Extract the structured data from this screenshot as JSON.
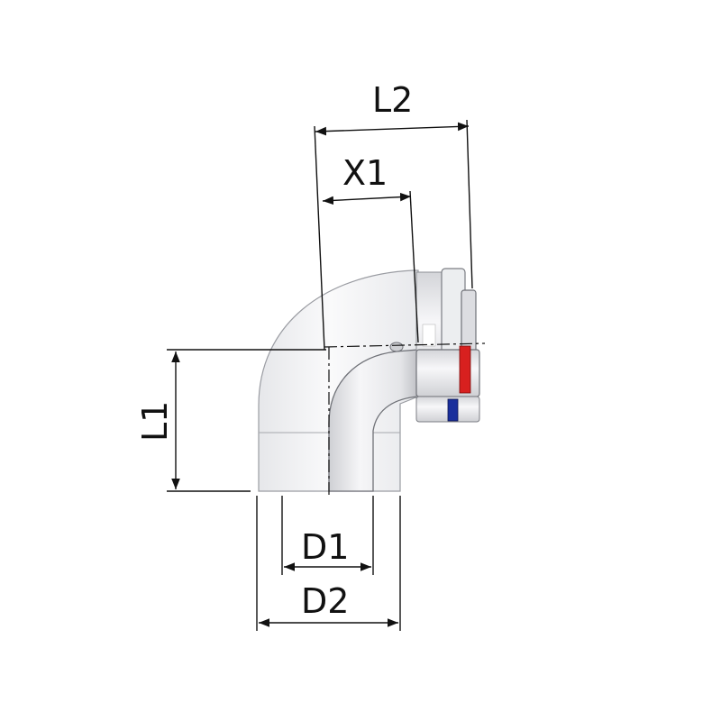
{
  "dimensions": {
    "l2": "L2",
    "x1": "X1",
    "l1": "L1",
    "d1": "D1",
    "d2": "D2"
  },
  "colors": {
    "line": "#111111",
    "pipe_fill": "#f4f4f6",
    "pipe_shade": "#d9dadd",
    "red_marker": "#d8201f",
    "blue_marker": "#1a2f9c"
  },
  "icons": {
    "red_marker": "red-seal-marker",
    "blue_marker": "blue-seal-marker"
  }
}
